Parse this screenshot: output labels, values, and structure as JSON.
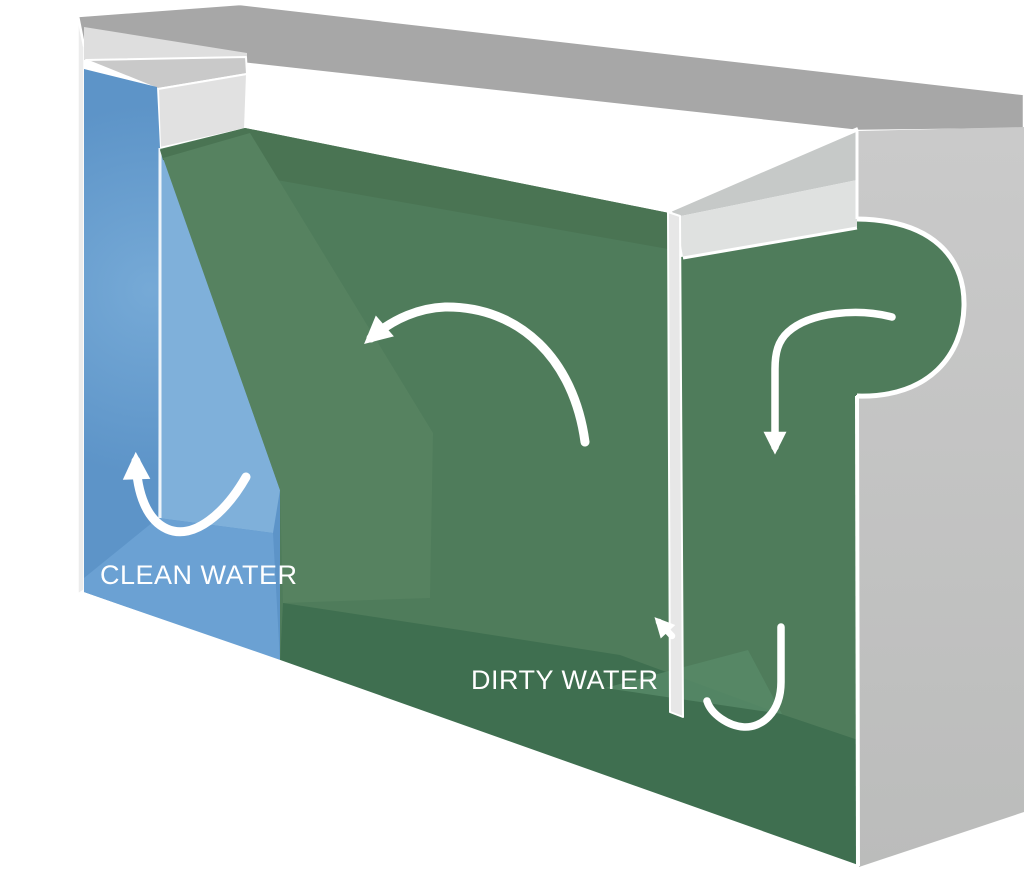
{
  "diagram": {
    "type": "cutaway-tank-water-separator",
    "labels": {
      "clean_water": "CLEAN WATER",
      "dirty_water": "DIRTY WATER"
    },
    "colors": {
      "clean_water": "#5d94c8",
      "clean_water_facet": "#7fb0da",
      "clean_water_floor": "#6ba1d3",
      "dirty_water": "#4f7c5b",
      "dirty_water_surface_band": "#4a7453",
      "dirty_water_wedge": "#568260",
      "dirty_water_bottom": "#3f6f50",
      "tank_top_gray": "#a7a7a7",
      "right_wall_gray": "#c6c6c6",
      "baffle_gray": "#e7e7e7",
      "arrow_white": "#ffffff"
    },
    "flow_arrows": [
      "inlet-flow-arrow",
      "under-baffle-arrow",
      "into-chamber-arrow",
      "circulation-arrow",
      "clean-water-rise-arrow"
    ]
  }
}
